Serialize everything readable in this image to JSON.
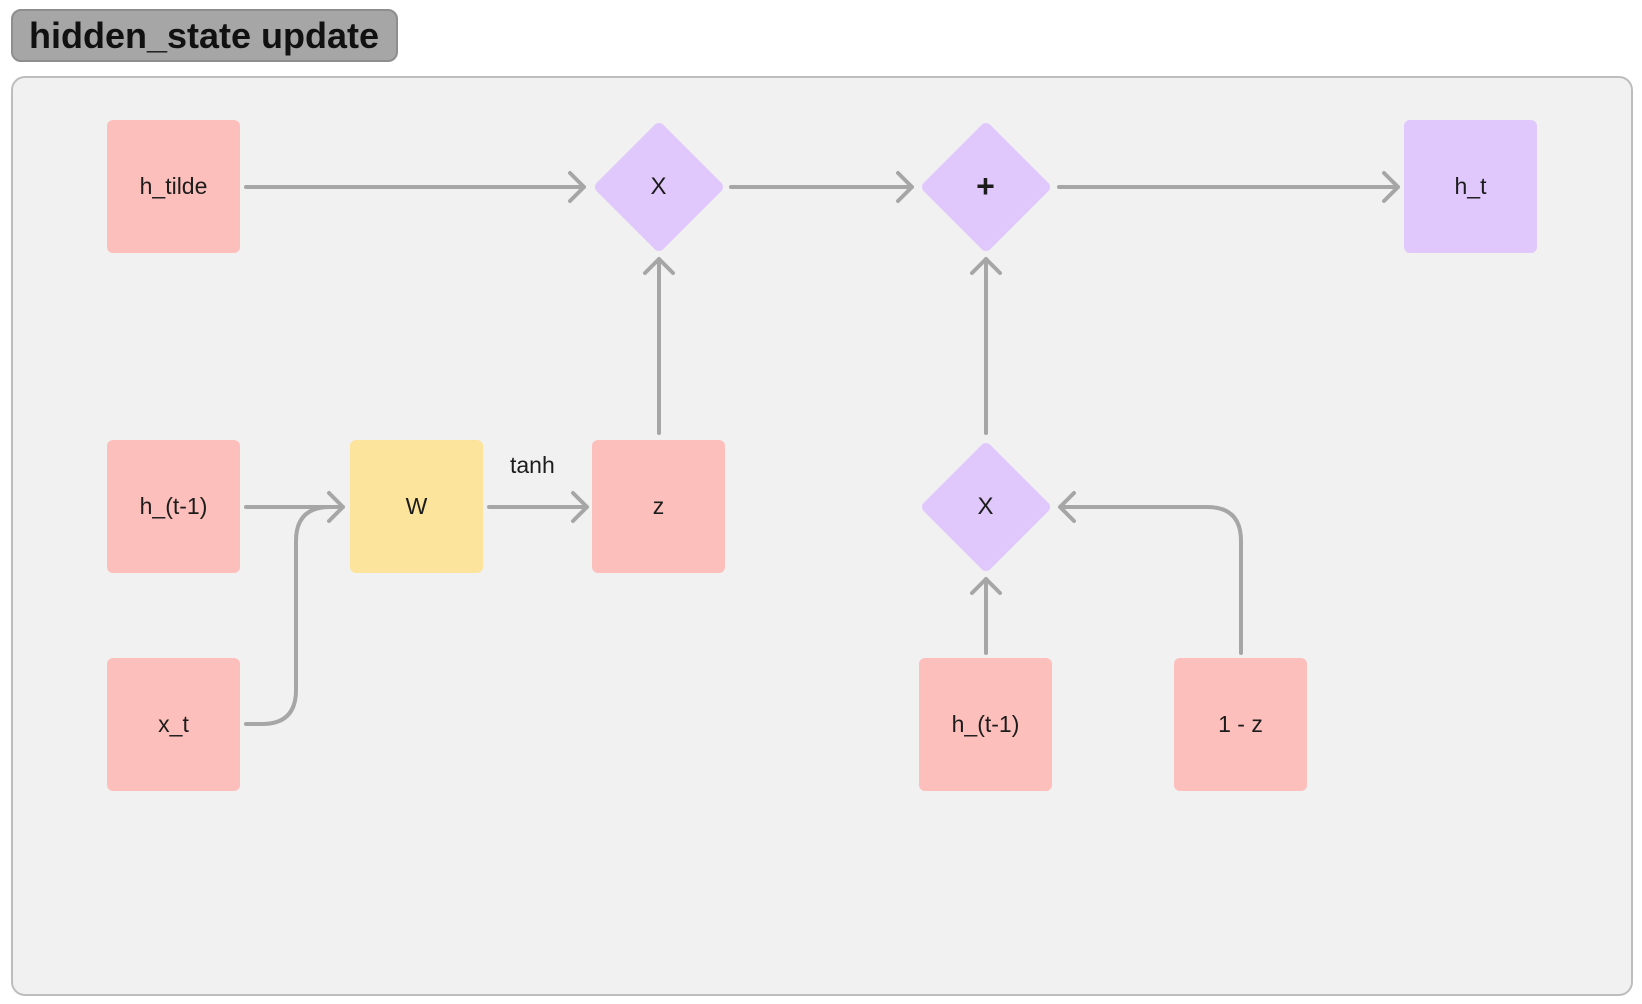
{
  "title": "hidden_state update",
  "nodes": {
    "h_tilde": "h_tilde",
    "h_prev_left": "h_(t-1)",
    "x_t": "x_t",
    "w": "W",
    "z": "z",
    "mult_top": "X",
    "add": "+",
    "h_t": "h_t",
    "mult_bottom": "X",
    "h_prev_right": "h_(t-1)",
    "one_minus_z": "1 - z"
  },
  "edge_labels": {
    "w_to_z": "tanh"
  },
  "colors": {
    "input_node": "#fdbfbb",
    "weight_node": "#fde49c",
    "operator_node": "#e0c8fc",
    "output_node": "#e0c8fc",
    "edge": "#a6a6a6",
    "frame_fill": "#f1f1f1",
    "title_tag": "#a6a6a6"
  }
}
